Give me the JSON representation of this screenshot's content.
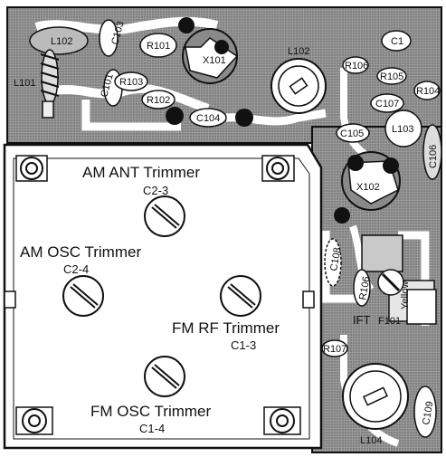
{
  "trimmers": {
    "am_ant": {
      "label": "AM ANT Trimmer",
      "ref": "C2-3"
    },
    "am_osc": {
      "label": "AM OSC Trimmer",
      "ref": "C2-4"
    },
    "fm_rf": {
      "label": "FM RF Trimmer",
      "ref": "C1-3"
    },
    "fm_osc": {
      "label": "FM OSC Trimmer",
      "ref": "C1-4"
    }
  },
  "components": {
    "l101": "L101",
    "l102_top": "L102",
    "l102_coil": "L102",
    "l103": "L103",
    "l104": "L104",
    "c101": "C101",
    "c103": "C103",
    "c104": "C104",
    "c105": "C105",
    "c106": "C106",
    "c107": "C107",
    "c108": "C108",
    "c109": "C109",
    "c1": "C1",
    "r101": "R101",
    "r102": "R102",
    "r103": "R103",
    "r104": "R104",
    "r105": "R105",
    "r106": "R106",
    "r107": "R107",
    "x101": "X101",
    "x102": "X102",
    "ift": "IFT",
    "f101": "F101",
    "yellow": "Yellow"
  },
  "colors": {
    "board": "#8e8e8e",
    "dark": "#111111",
    "panel": "#ffffff"
  }
}
